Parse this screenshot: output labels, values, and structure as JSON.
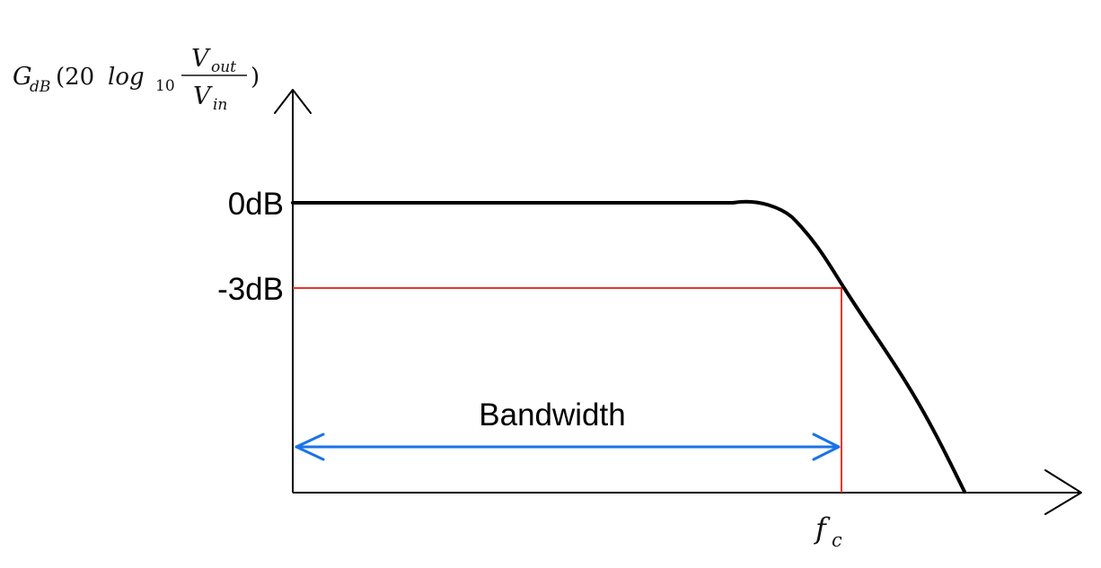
{
  "diagram": {
    "y_axis_label": {
      "prefix": "G",
      "prefix_sub": "dB",
      "open": "(20",
      "log": "log",
      "log_sub": "10",
      "numerator": "V",
      "numerator_sub": "out",
      "denominator": "V",
      "denominator_sub": "in",
      "close": ")"
    },
    "level_labels": {
      "zero_db": "0dB",
      "minus_three_db": "-3dB"
    },
    "bandwidth_label": "Bandwidth",
    "cutoff_label": {
      "symbol": "f",
      "sub": "c"
    },
    "colors": {
      "axis": "#000000",
      "curve": "#000000",
      "minus_three_db_marker": "#e8342c",
      "bandwidth_arrow": "#1a73e8"
    }
  }
}
